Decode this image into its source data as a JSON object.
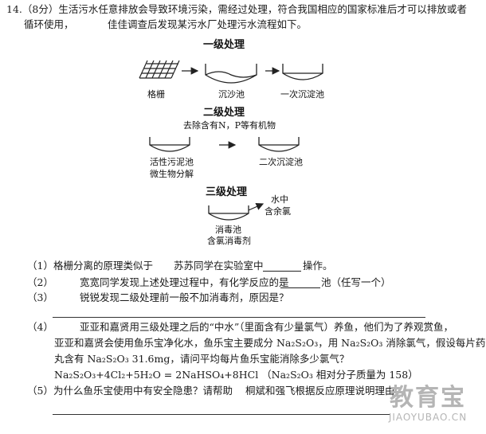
{
  "question": {
    "intro_line1": "14.（8分）生活污水任意排放会导致环境污染，需经过处理，符合我国相应的国家标准后才可以排放或者",
    "intro_line2_a": "循环使用，",
    "intro_line2_b": "佳佳调查后发现某污水厂处理污水流程如下。"
  },
  "diagram": {
    "stage1_title": "一级处理",
    "grid_label": "格栅",
    "sand_tank_label": "沉沙池",
    "primary_sed_label": "一次沉淀池",
    "stage2_title": "二级处理",
    "stage2_note": "去除含有N，P等有机物",
    "activated_label_1": "活性污泥池",
    "activated_label_2": "微生物分解",
    "secondary_sed_label": "二次沉淀池",
    "stage3_title": "三级处理",
    "disinfect_label_1": "消毒池",
    "disinfect_label_2": "含氯消毒剂",
    "output_label_1": "水中",
    "output_label_2": "含余氯"
  },
  "items": {
    "q1_a": "（1）格栅分离的原理类似于",
    "q1_b": "苏苏同学在实验室中",
    "q1_c": "操作。",
    "q2_num": "（2）",
    "q2_a": "宽宽同学发现上述处理过程中，有化学反应的是",
    "q2_b": "池（任写一个）",
    "q3_num": "（3）",
    "q3_a": "锐锐发现二级处理前一般不加消毒剂，原因是？",
    "q4_num": "（4）",
    "q4_line1": "亚亚和嘉贤用三级处理之后的“中水”（里面含有少量氯气）养鱼，他们为了养观赏鱼，",
    "q4_line2": "亚亚和嘉贤会使用鱼乐宝净化水，鱼乐宝主要成分 Na₂S₂O₃，用 Na₂S₂O₃ 消除氯气，假设每片药",
    "q4_line3": "丸含有 Na₂S₂O₃ 31.6mg，请问平均每片鱼乐宝能消除多少氯气？",
    "q4_equation": "Na₂S₂O₃+4Cl₂+5H₂O = 2NaHSO₄+8HCl （Na₂S₂O₃ 相对分子质量为 158）",
    "q5_a": "（5）为什么鱼乐宝使用中有安全隐患？请帮助",
    "q5_b": "桐斌和强飞根据反应原理说明理由"
  },
  "watermark": {
    "big": "教育宝",
    "small": "JIAOYUBAO.CN"
  }
}
